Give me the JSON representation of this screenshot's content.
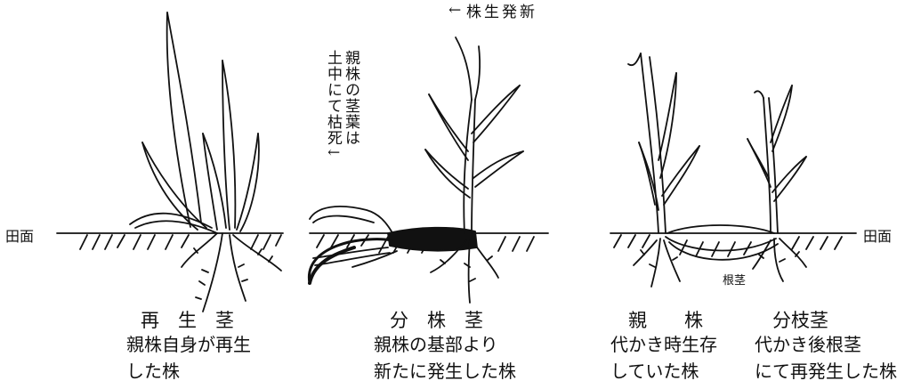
{
  "ground_label": "田面",
  "panels": [
    {
      "title": "再　生　茎",
      "description": "親株自身が再生\nした株"
    },
    {
      "title": "分　株　茎",
      "description": "親株の基部より\n新たに発生した株",
      "annotation_parent": "親株の茎葉は\n土中にて枯死↓",
      "annotation_new": "新\n発\n生\n株\n↓"
    },
    {
      "title_parent": "親　　株",
      "title_branch": "分枝茎",
      "desc_parent": "代かき時生存\nしていた株",
      "desc_branch": "代かき後根茎\nにて再発生した株",
      "rhizome_label": "根茎"
    }
  ]
}
